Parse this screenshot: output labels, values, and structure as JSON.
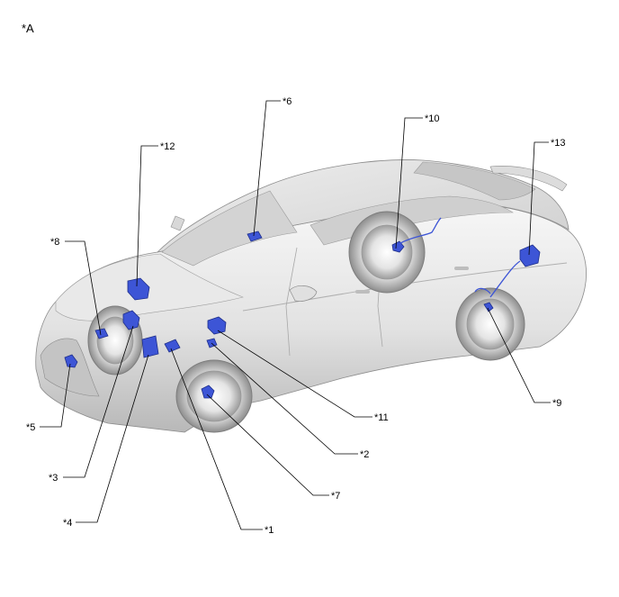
{
  "view_label": "*A",
  "callouts": [
    {
      "id": "c1",
      "text": "*1"
    },
    {
      "id": "c2",
      "text": "*2"
    },
    {
      "id": "c3",
      "text": "*3"
    },
    {
      "id": "c4",
      "text": "*4"
    },
    {
      "id": "c5",
      "text": "*5"
    },
    {
      "id": "c6",
      "text": "*6"
    },
    {
      "id": "c7",
      "text": "*7"
    },
    {
      "id": "c8",
      "text": "*8"
    },
    {
      "id": "c9",
      "text": "*9"
    },
    {
      "id": "c10",
      "text": "*10"
    },
    {
      "id": "c11",
      "text": "*11"
    },
    {
      "id": "c12",
      "text": "*12"
    },
    {
      "id": "c13",
      "text": "*13"
    }
  ],
  "colors": {
    "component": "#3d55d6",
    "component_edge": "#1f2f8a",
    "body_light": "#f1f1f1",
    "body_mid": "#d8d8d8",
    "body_dark": "#a9a9a9",
    "glass": "#c9c9c9",
    "leader": "#000000"
  }
}
